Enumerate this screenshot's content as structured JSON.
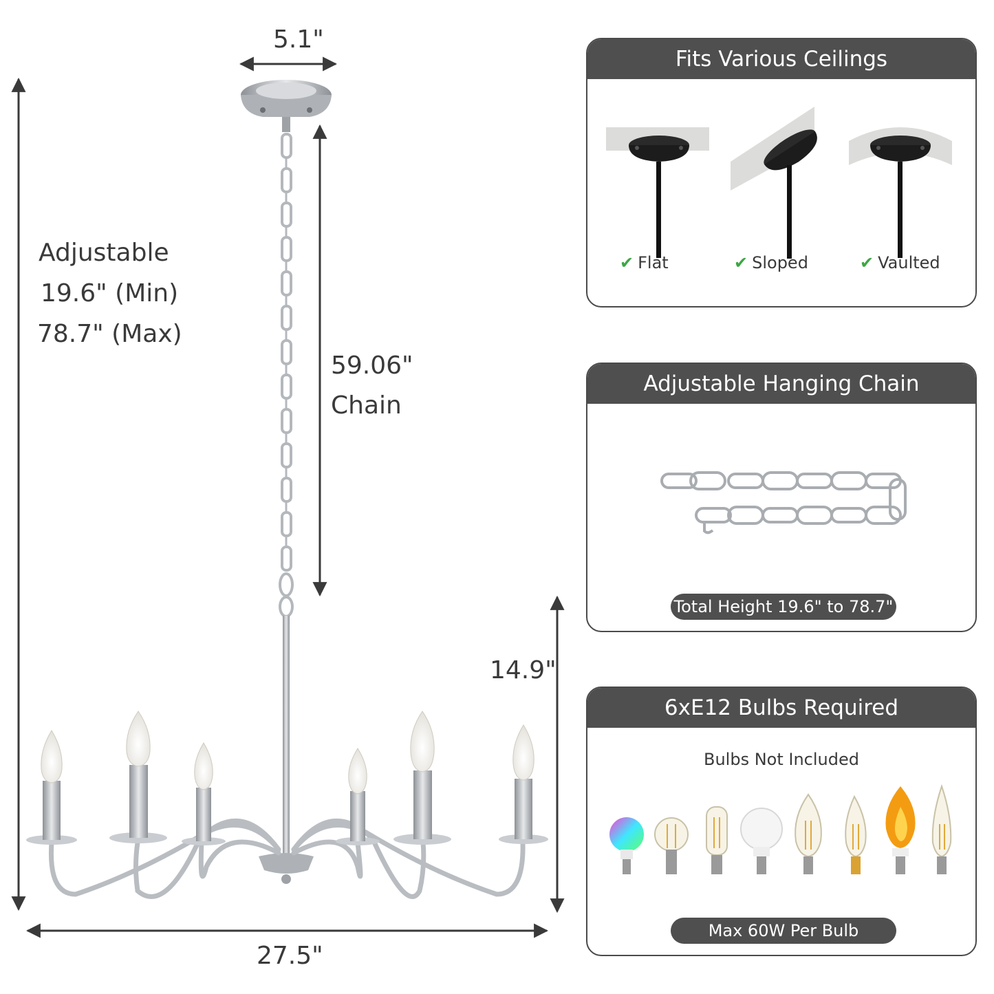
{
  "dimensions": {
    "canopy_width": "5.1\"",
    "adjustable_label": "Adjustable",
    "adjustable_min": "19.6\" (Min)",
    "adjustable_max": "78.7\" (Max)",
    "chain_length": "59.06\"",
    "chain_label": "Chain",
    "body_height": "14.9\"",
    "total_width": "27.5\""
  },
  "panels": {
    "ceilings": {
      "title": "Fits Various Ceilings",
      "options": [
        {
          "label": "Flat",
          "icon": "check-icon"
        },
        {
          "label": "Sloped",
          "icon": "check-icon"
        },
        {
          "label": "Vaulted",
          "icon": "check-icon"
        }
      ]
    },
    "chain": {
      "title": "Adjustable Hanging Chain",
      "badge": "Total Height 19.6\" to 78.7\""
    },
    "bulbs": {
      "title": "6xE12 Bulbs Required",
      "subtitle": "Bulbs Not Included",
      "badge": "Max 60W Per Bulb"
    }
  },
  "colors": {
    "header_bg": "#4f4f4f",
    "check": "#3aa843",
    "metal": "#b8bcc0"
  }
}
